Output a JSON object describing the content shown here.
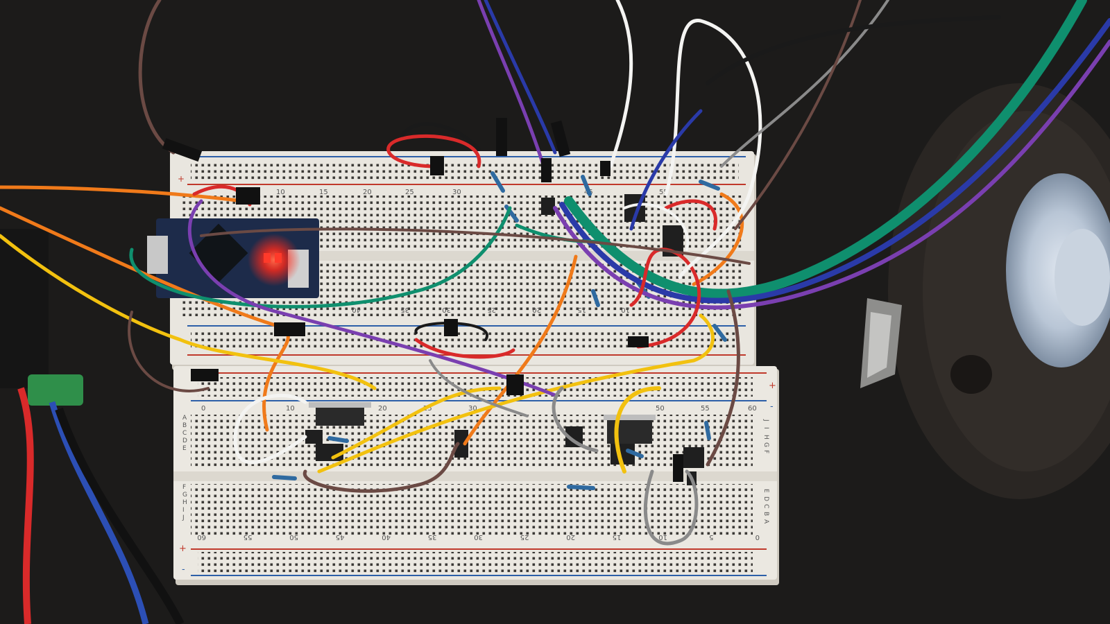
{
  "photo": {
    "subject": "",
    "colors": {
      "desk": "#1c1b1a",
      "breadboard": "#e9e6df",
      "breadboard_shadow": "#cfcac0",
      "hole": "#3b3936",
      "rail_red": "#c0392b",
      "rail_blue": "#2d5fa8",
      "arduino_pcb": "#1d2b4a",
      "led_glow": "#ff2a1a",
      "speaker_rim": "#2a2623",
      "speaker_cone": "#b9c6d6"
    },
    "wire_colors": [
      "#f07a1a",
      "#f2c10f",
      "#0f8f6e",
      "#7a3fb0",
      "#d92a2a",
      "#f4f4f2",
      "#8a8a8a",
      "#6b4a44",
      "#2a3aa8",
      "#1a1a1a"
    ]
  },
  "upper_board": {
    "top_col_labels": [
      "10",
      "15",
      "20",
      "25",
      "30",
      "45",
      "55"
    ],
    "bottom_col_labels": [
      "40",
      "35",
      "30",
      "25",
      "20",
      "15",
      "10"
    ],
    "rail_plus": "+"
  },
  "lower_board": {
    "top_col_labels": [
      "0",
      "10",
      "20",
      "25",
      "30",
      "50",
      "55",
      "60"
    ],
    "bottom_col_labels": [
      "60",
      "55",
      "50",
      "45",
      "40",
      "35",
      "30",
      "25",
      "20",
      "15",
      "10",
      "5",
      "0"
    ],
    "left_row_labels": [
      "A",
      "B",
      "C",
      "D",
      "E",
      "F",
      "G",
      "H",
      "I",
      "J"
    ],
    "right_row_labels_top": [
      "J",
      "I",
      "H",
      "G",
      "F"
    ],
    "right_row_labels_bottom": [
      "E",
      "D",
      "C",
      "B",
      "A"
    ],
    "rail_plus": "+",
    "rail_minus": "-"
  }
}
